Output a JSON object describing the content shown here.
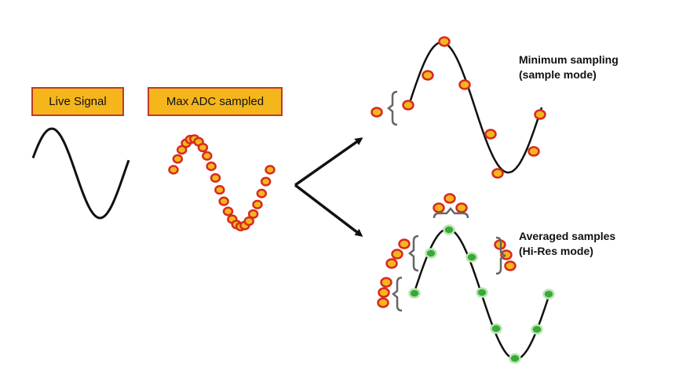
{
  "labels": {
    "live_signal": "Live Signal",
    "max_adc_sampled": "Max ADC sampled"
  },
  "captions": {
    "minimum_sampling": {
      "line1": "Minimum sampling",
      "line2": "(sample mode)"
    },
    "averaged_samples": {
      "line1": "Averaged samples",
      "line2": "(Hi-Res mode)"
    }
  },
  "colors": {
    "box_fill": "#f5b61c",
    "box_border": "#c0392b",
    "sample_fill": "#f5b61c",
    "sample_stroke": "#d62b1f",
    "averaged_fill": "#3aa83a",
    "averaged_stroke": "#b9e6b0",
    "wave": "#111111",
    "bracket": "#666666"
  }
}
